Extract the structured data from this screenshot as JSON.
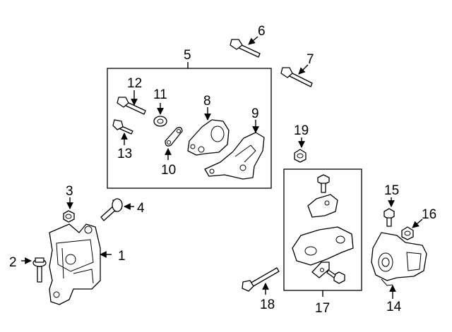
{
  "callouts": [
    "1",
    "2",
    "3",
    "4",
    "5",
    "6",
    "7",
    "8",
    "9",
    "10",
    "11",
    "12",
    "13",
    "14",
    "15",
    "16",
    "17",
    "18",
    "19"
  ]
}
